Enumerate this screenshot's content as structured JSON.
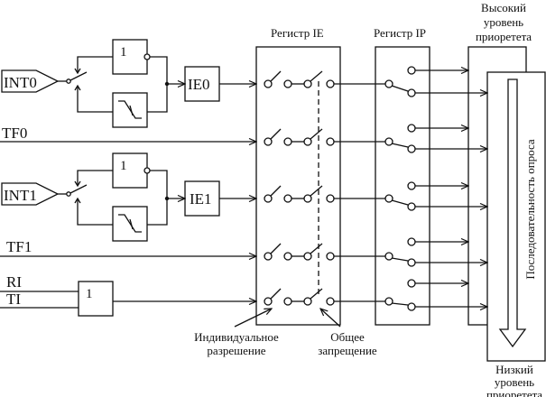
{
  "diagram": {
    "type": "interrupt-system-block-diagram",
    "sources": [
      {
        "id": "int0",
        "label": "INT0",
        "enable": "IE0"
      },
      {
        "id": "tf0",
        "label": "TF0"
      },
      {
        "id": "int1",
        "label": "INT1",
        "enable": "IE1"
      },
      {
        "id": "tf1",
        "label": "TF1"
      },
      {
        "id": "ri",
        "label": "RI"
      },
      {
        "id": "ti",
        "label": "TI"
      }
    ],
    "or_gate_label": "1",
    "register_ie": {
      "label": "Регистр IE"
    },
    "register_ip": {
      "label": "Регистр IP"
    },
    "high_priority": {
      "line1": "Высокий",
      "line2": "уровень",
      "line3": "приорететa"
    },
    "low_priority": {
      "line1": "Низкий",
      "line2": "уровень",
      "line3": "приорететa"
    },
    "poll_sequence": "Последовательность опроса",
    "annotations": {
      "individual_line1": "Индивидуальное",
      "individual_line2": "разрешение",
      "global_line1": "Общее",
      "global_line2": "запрещение"
    }
  }
}
